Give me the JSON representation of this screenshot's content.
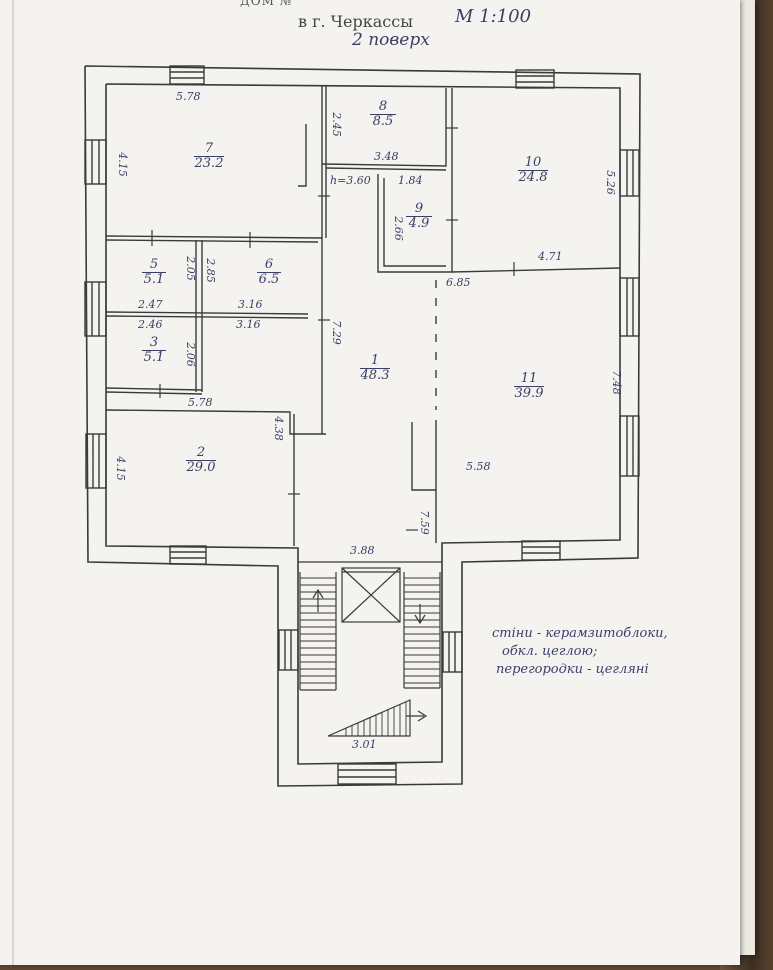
{
  "header": {
    "top_line": "ДОМ №",
    "city": "в г. Черкассы",
    "scale": "М 1:100",
    "floor": "2 поверх"
  },
  "rooms": [
    {
      "id": "1",
      "area": "48.3"
    },
    {
      "id": "2",
      "area": "29.0"
    },
    {
      "id": "3",
      "area": "5.1"
    },
    {
      "id": "5",
      "area": "5.1"
    },
    {
      "id": "6",
      "area": "6.5"
    },
    {
      "id": "7",
      "area": "23.2"
    },
    {
      "id": "8",
      "area": "8.5"
    },
    {
      "id": "9",
      "area": "4.9"
    },
    {
      "id": "10",
      "area": "24.8"
    },
    {
      "id": "11",
      "area": "39.9"
    }
  ],
  "dimensions": {
    "r7_top": "5.78",
    "r7_left": "4.15",
    "r8_side": "2.45",
    "r8_bottom": "3.48",
    "height": "h=3.60",
    "r9_top": "1.84",
    "r9_side": "2.66",
    "r10_side": "5.26",
    "r10_bottom": "4.71",
    "r11_top": "6.85",
    "r5_side": "2.05",
    "r6_side": "2.85",
    "r5_bottom": "2.47",
    "r6_bottom": "3.16",
    "r3_top": "2.46",
    "r3_top_right": "3.16",
    "r3_side": "2.06",
    "r1_side": "7.29",
    "r2_top": "5.78",
    "r2_left": "4.15",
    "r2_right": "4.38",
    "r11_right": "7.48",
    "r11_bottom": "5.58",
    "corridor": "7.59",
    "stair_top": "3.88",
    "stair_bottom": "3.01"
  },
  "note": {
    "line1": "стіни - керамзитоблоки,",
    "line2": "обкл. цеглою;",
    "line3": "перегородки - цегляні"
  }
}
